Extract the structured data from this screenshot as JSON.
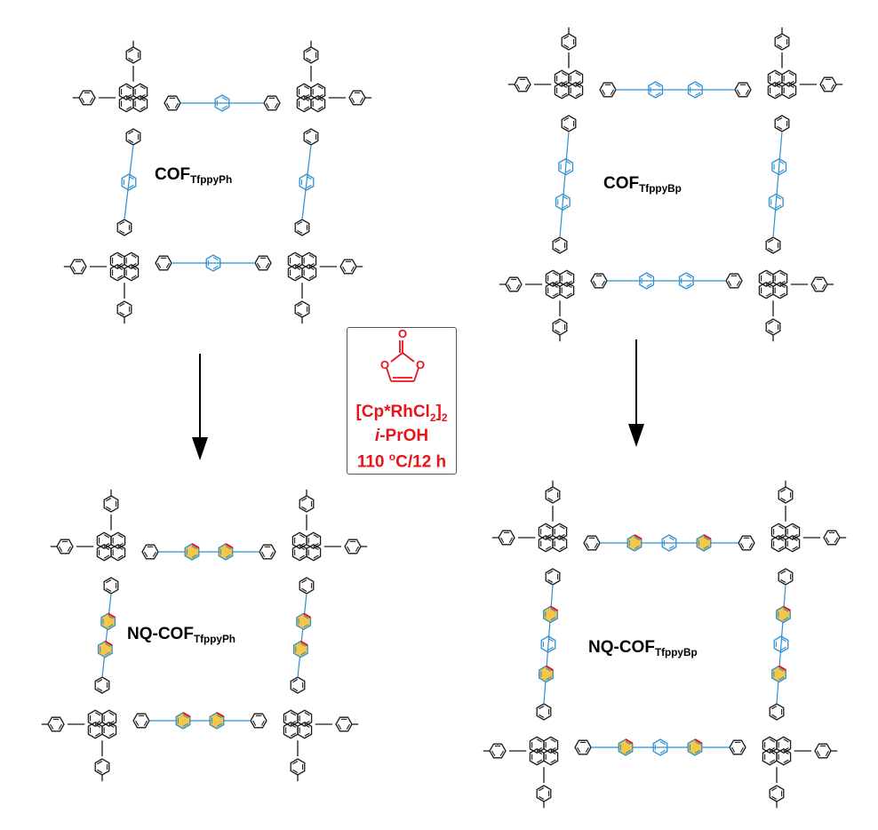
{
  "structures": {
    "top_left": {
      "name": "COF",
      "subscript": "TfppyPh",
      "linker": "phenyl-imine"
    },
    "top_right": {
      "name": "COF",
      "subscript": "TfppyBp",
      "linker": "biphenyl-imine"
    },
    "bottom_left": {
      "name": "NQ-COF",
      "subscript": "TfppyPh",
      "linker": "naphthyridine"
    },
    "bottom_right": {
      "name": "NQ-COF",
      "subscript": "TfppyBp",
      "linker": "biphenyl-naphthyridine"
    }
  },
  "conditions": {
    "reagent_atom_o": "O",
    "catalyst_main": "[Cp*RhCl",
    "catalyst_sub1": "2",
    "catalyst_close": "]",
    "catalyst_sub2": "2",
    "solvent_prefix": "i",
    "solvent_rest": "-PrOH",
    "temp_value": "110 ",
    "temp_degree": "o",
    "temp_rest": "C/12 h"
  },
  "colors": {
    "frame": "#1a1a1a",
    "linker": "#2f8fd2",
    "reagent": "#e8141b",
    "highlight": "#f6c744",
    "new_bond": "#e8141b"
  },
  "icons": [
    "arrow-down-icon",
    "vinylene-carbonate-icon",
    "pyrene-node-icon",
    "phenyl-ring-icon",
    "naphthyridine-icon"
  ]
}
